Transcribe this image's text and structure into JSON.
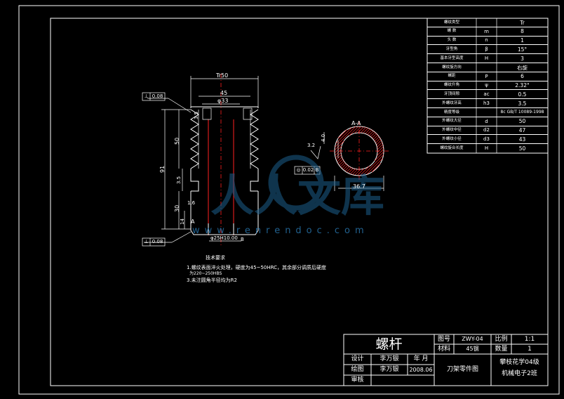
{
  "params_table": [
    {
      "name": "螺纹类型",
      "sym": "",
      "val": "Tr"
    },
    {
      "name": "螺 数",
      "sym": "m",
      "val": "8"
    },
    {
      "name": "头 数",
      "sym": "n",
      "val": "1"
    },
    {
      "name": "牙型角",
      "sym": "β",
      "val": "15°"
    },
    {
      "name": "基本牙型高度",
      "sym": "H",
      "val": "3"
    },
    {
      "name": "螺纹旋方向",
      "sym": "",
      "val": "右旋"
    },
    {
      "name": "螺距",
      "sym": "P",
      "val": "6"
    },
    {
      "name": "螺纹升角",
      "sym": "ψ",
      "val": "2.32°"
    },
    {
      "name": "牙顶间隙",
      "sym": "ac",
      "val": "0.5"
    },
    {
      "name": "外螺纹牙高",
      "sym": "h3",
      "val": "3.5"
    },
    {
      "name": "精度等级",
      "sym": "",
      "val": "8c GB/T 10089-1998"
    },
    {
      "name": "外螺纹大径",
      "sym": "d",
      "val": "50"
    },
    {
      "name": "外螺纹中径",
      "sym": "d2",
      "val": "47"
    },
    {
      "name": "外螺纹小径",
      "sym": "d3",
      "val": "43"
    },
    {
      "name": "螺纹旋合长度",
      "sym": "H",
      "val": "50"
    }
  ],
  "drawing": {
    "dims": {
      "tr50": "Tr50",
      "d45": "45",
      "d33": "φ33",
      "d35": "3.5",
      "h91": "91",
      "h50": "50",
      "h35": "3.5",
      "h30": "30",
      "h14": "14",
      "ra16": "1.6",
      "ra32": "3.2",
      "hole": "φ25H10.00",
      "h40": "4.0",
      "d367": "36.7",
      "sect_a": "A",
      "sect_aa": "A-A",
      "tol1_a": "⊥",
      "tol1_b": "0.08",
      "tol2_a": "⊥",
      "tol2_b": "0.08",
      "tol3_a": "◎",
      "tol3_b": "0.02",
      "tol3_c": "B",
      "datum_b": "B"
    },
    "notes_title": "技术要求",
    "notes": [
      "1.螺纹表面淬火处理，硬度为45~50HRC，其余部分调质后硬度",
      "为220~250HBS",
      "3.未注圆角半径均为R2"
    ],
    "watermark": "人人文库",
    "watermark_url": "www.renrendoc.com"
  },
  "title_block": {
    "part_name": "螺杆",
    "drawing_no_label": "图号",
    "drawing_no": "ZWY-04",
    "scale_label": "比例",
    "scale": "1:1",
    "material_label": "材料",
    "material": "45钢",
    "qty_label": "数量",
    "qty": "1",
    "design_label": "设计",
    "designer": "李万银",
    "date_label": "年 月",
    "draw_label": "绘图",
    "drafter": "李万银",
    "date": "2008.06",
    "review_label": "审核",
    "assembly": "刀架零件图",
    "school": "攀枝花学04级",
    "class": "机械电子2班"
  }
}
